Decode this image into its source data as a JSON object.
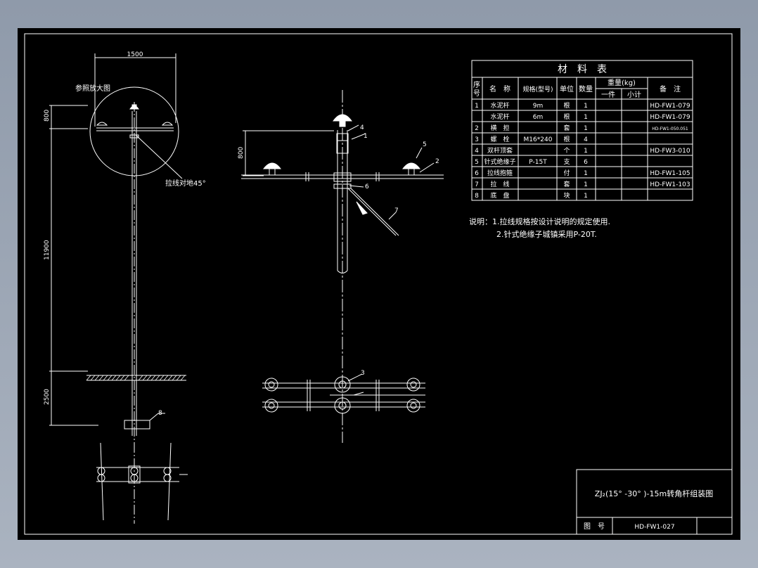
{
  "dimensions": {
    "top_width": "1500",
    "dim_800_left": "800",
    "dim_11900": "11900",
    "dim_2500": "2500",
    "dim_800_mid": "800"
  },
  "callouts": {
    "enlarge_ref": "参照放大图",
    "guy_angle": "拉线对地45°",
    "c1": "1",
    "c2": "2",
    "c3": "3",
    "c4": "4",
    "c5": "5",
    "c6": "6",
    "c7": "7",
    "c8": "8"
  },
  "material_table": {
    "title": "材　料　表",
    "headers": {
      "seq": "序\n号",
      "name": "名　称",
      "spec": "规格(型号)",
      "unit": "单位",
      "qty": "数量",
      "weight": "重量(kg)",
      "weight_each": "一件",
      "weight_total": "小计",
      "remark": "备　注"
    },
    "rows": [
      {
        "seq": "1",
        "name": "水泥杆",
        "spec": "9m",
        "unit": "根",
        "qty": "1",
        "remark": "HD-FW1-079"
      },
      {
        "seq": "",
        "name": "水泥杆",
        "spec": "6m",
        "unit": "根",
        "qty": "1",
        "remark": "HD-FW1-079"
      },
      {
        "seq": "2",
        "name": "横　担",
        "spec": "",
        "unit": "套",
        "qty": "1",
        "remark": "HD-FW1-050.051"
      },
      {
        "seq": "3",
        "name": "螺　栓",
        "spec": "M16*240",
        "unit": "根",
        "qty": "4",
        "remark": ""
      },
      {
        "seq": "4",
        "name": "双杆顶套",
        "spec": "",
        "unit": "个",
        "qty": "1",
        "remark": "HD-FW3-010"
      },
      {
        "seq": "5",
        "name": "针式绝缘子",
        "spec": "P-15T",
        "unit": "支",
        "qty": "6",
        "remark": ""
      },
      {
        "seq": "6",
        "name": "拉线抱箍",
        "spec": "",
        "unit": "付",
        "qty": "1",
        "remark": "HD-FW1-105"
      },
      {
        "seq": "7",
        "name": "拉　线",
        "spec": "",
        "unit": "套",
        "qty": "1",
        "remark": "HD-FW1-103"
      },
      {
        "seq": "8",
        "name": "底　盘",
        "spec": "",
        "unit": "块",
        "qty": "1",
        "remark": ""
      }
    ]
  },
  "notes": {
    "line1": "说明：1.拉线规格按设计说明的规定使用.",
    "line2": "2.针式绝缘子城镇采用P-20T."
  },
  "title_block": {
    "title": "ZJ₂(15° -30° )-15m转角杆组装图",
    "drawing_no_label": "图　号",
    "drawing_no": "HD-FW1-027"
  },
  "colors": {
    "background": "#000000",
    "line": "#ffffff",
    "outer": "#aab3c0"
  }
}
